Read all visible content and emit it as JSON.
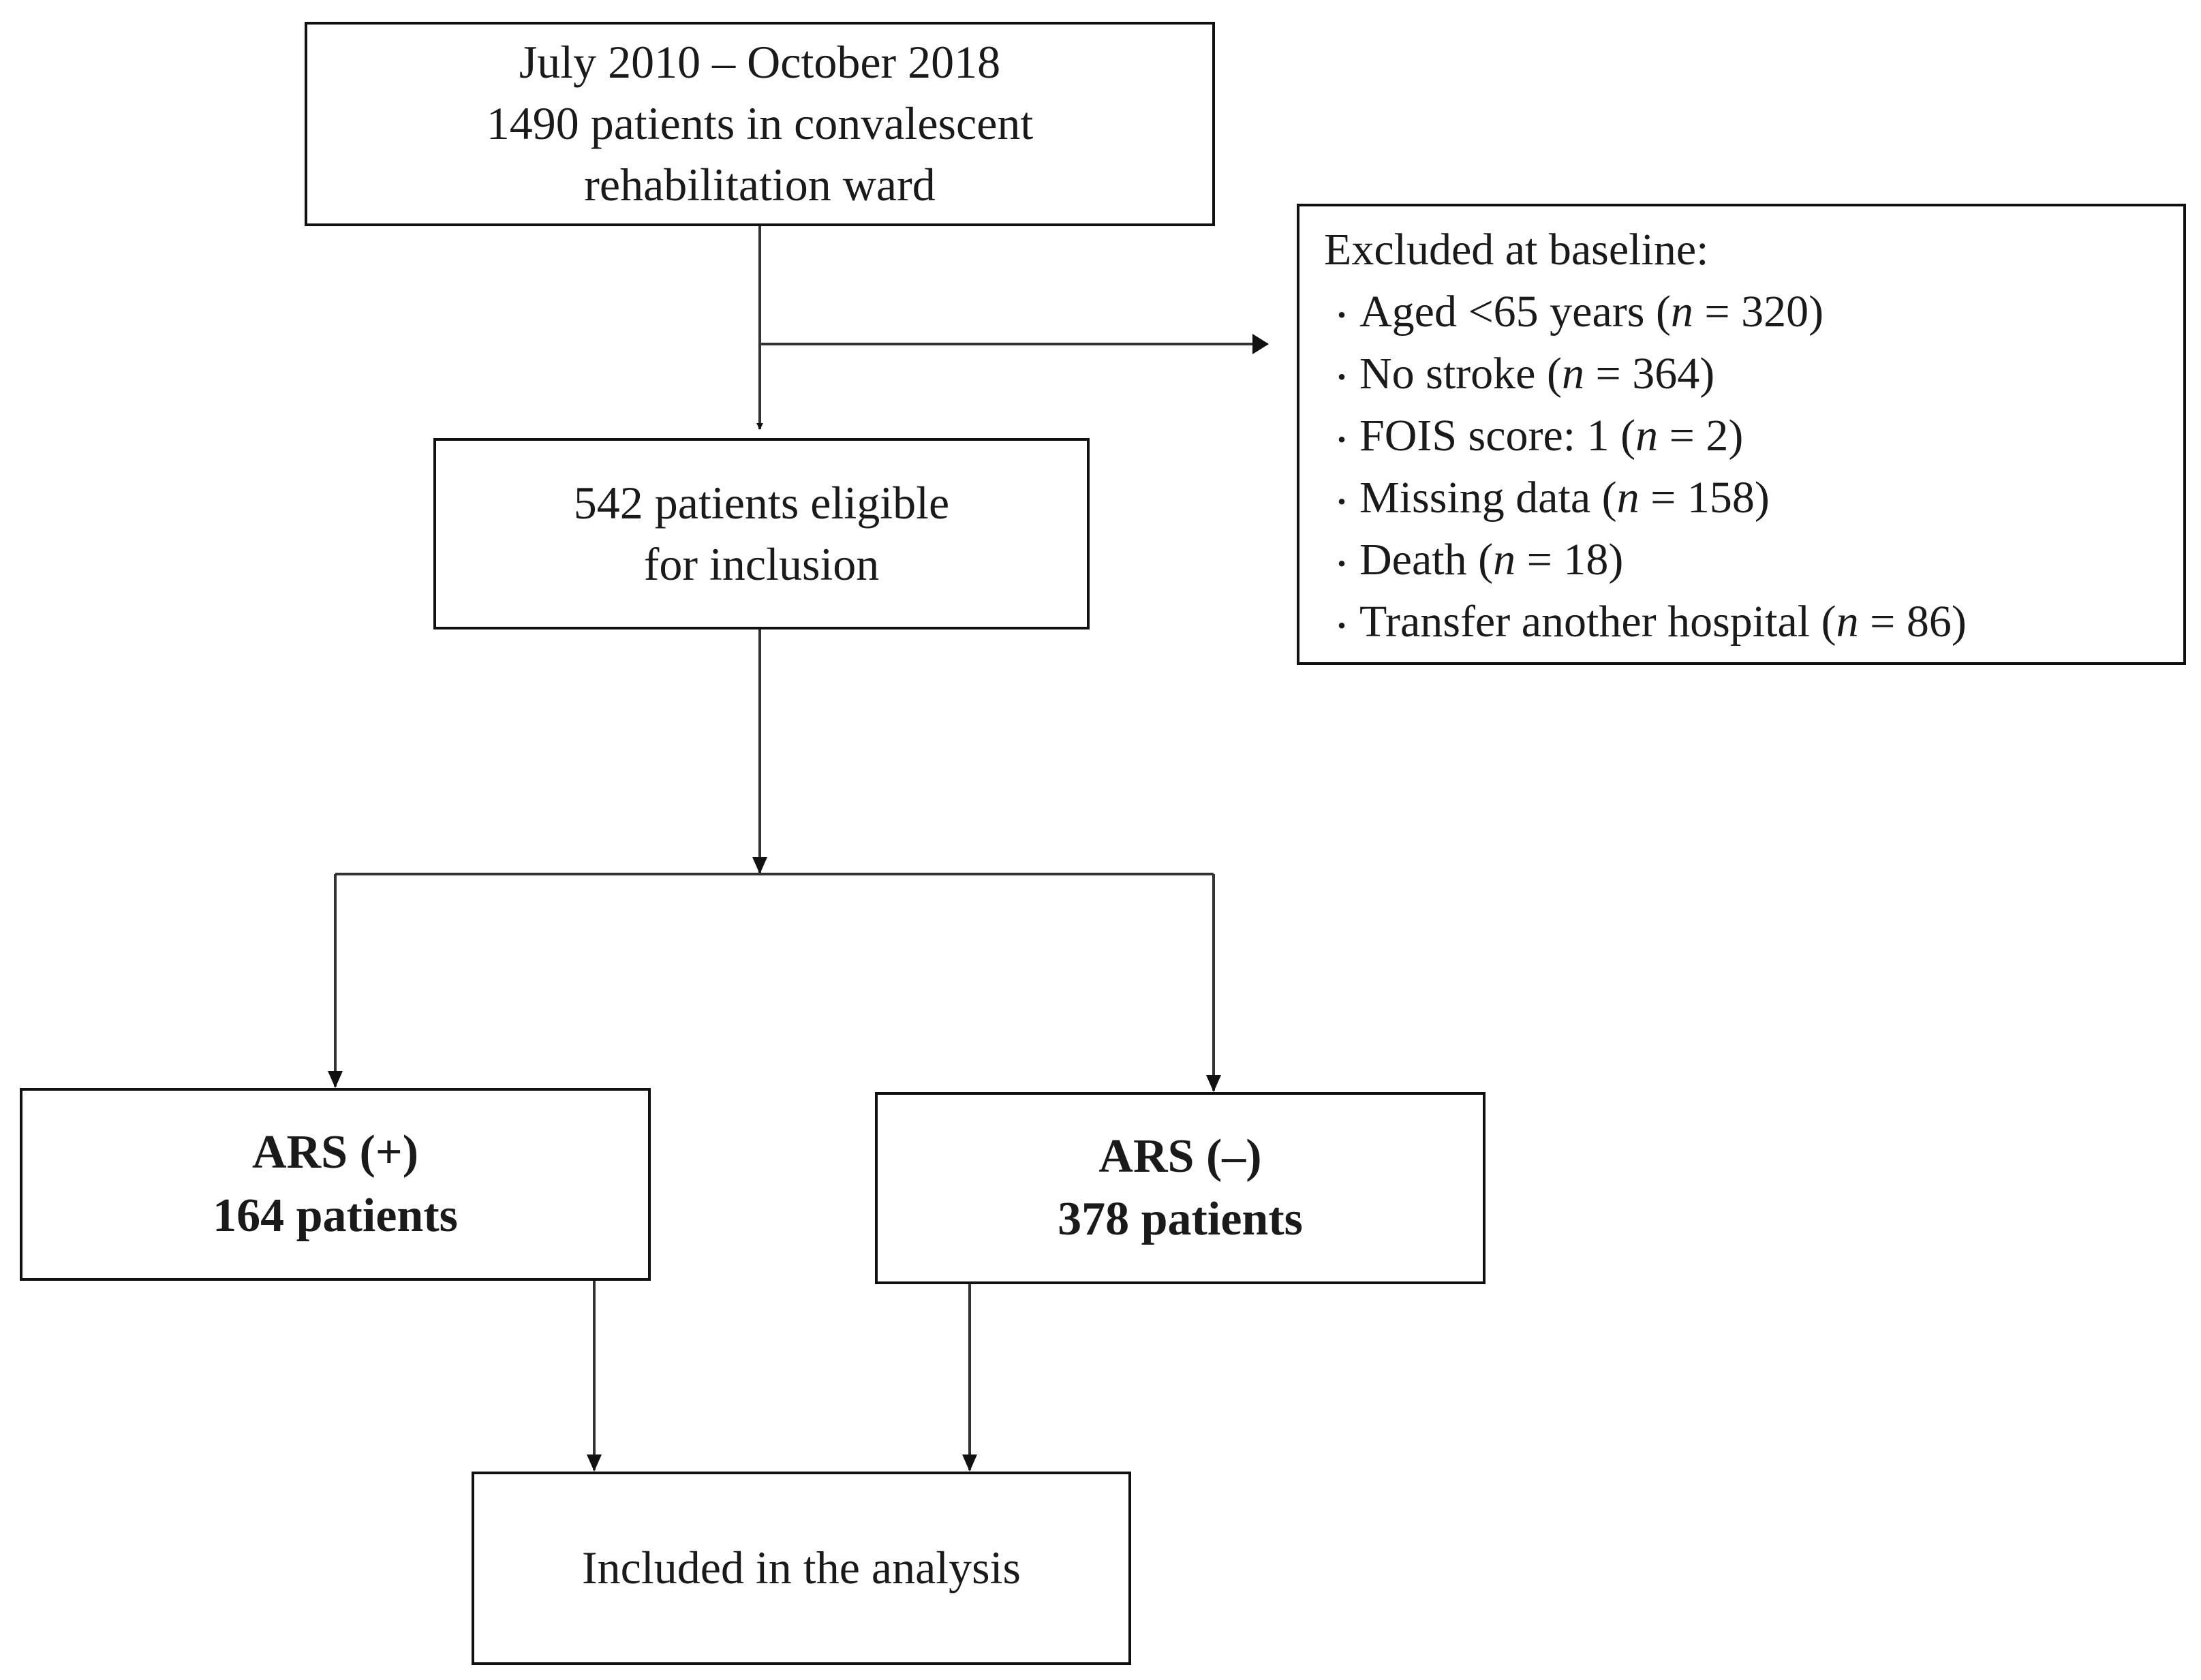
{
  "boxes": {
    "period": {
      "lines": [
        "July 2010 – October 2018",
        "1490 patients  in convalescent",
        "rehabilitation  ward"
      ]
    },
    "eligible": {
      "lines": [
        "542 patients  eligible",
        "for inclusion"
      ]
    },
    "ars_positive": {
      "lines": [
        "ARS (+)",
        "164 patients"
      ]
    },
    "ars_negative": {
      "lines": [
        "ARS (–)",
        "378 patients"
      ]
    },
    "included": {
      "lines": [
        "Included  in the  analysis"
      ]
    },
    "excluded": {
      "header": "Excluded  at baseline:",
      "bullet": "・",
      "items": [
        {
          "label": "Aged  <65 years",
          "n": "320"
        },
        {
          "label": "No stroke",
          "n": "364"
        },
        {
          "label": "FOIS score:  1",
          "n": "2"
        },
        {
          "label": "Missing  data",
          "n": "158"
        },
        {
          "label": "Death",
          "n": "18"
        },
        {
          "label": "Transfer  another  hospital",
          "n": "86"
        }
      ]
    }
  }
}
